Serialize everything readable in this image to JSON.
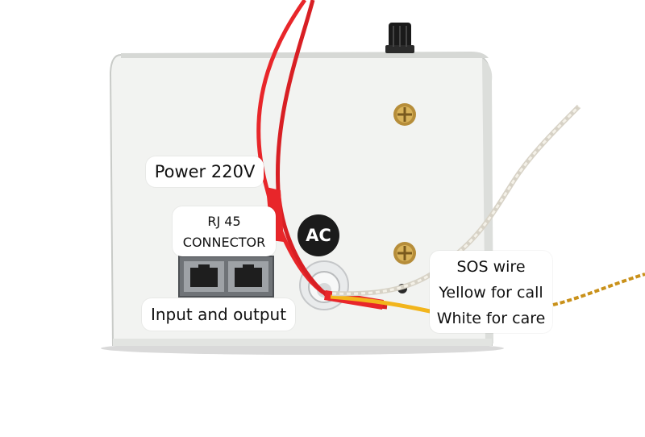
{
  "labels": {
    "power": "Power 220V",
    "rj45_line1": "RJ 45",
    "rj45_line2": "CONNECTOR",
    "io": "Input and output",
    "sos_line1": "SOS wire",
    "sos_line2": "Yellow for call",
    "sos_line3": "White for care"
  },
  "badge": {
    "ac": "AC"
  },
  "colors": {
    "box": "#f2f3f1",
    "red_wire": "#e8262a",
    "yellow_wire": "#f2b51c",
    "white_wire": "#f4f1e8",
    "knob": "#1a1a1a"
  }
}
